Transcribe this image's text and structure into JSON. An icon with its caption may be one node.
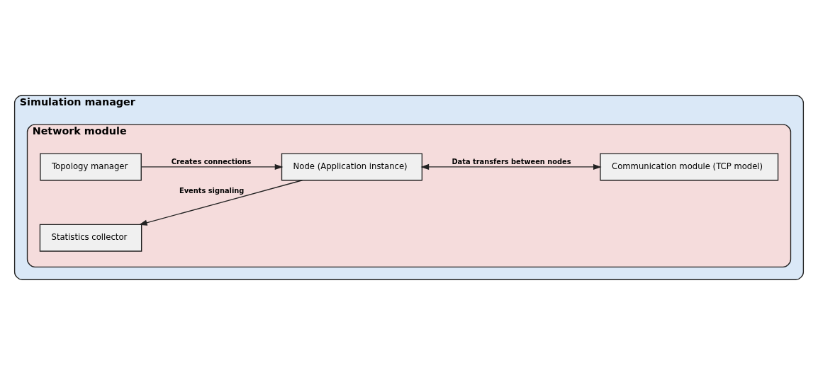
{
  "diagram": {
    "nodes": [
      {
        "text": [
          "Simulation manager"
        ]
      },
      {
        "text": [
          "Network module"
        ],
        "in": 0
      },
      {
        "text": [
          "Topology manager"
        ],
        "in": 1
      },
      {
        "text": [
          "Node (Application instance)"
        ],
        "in": 1
      },
      {
        "text": [
          "Communication module (TCP model)"
        ],
        "in": 1
      },
      {
        "text": [
          "Statistics collector"
        ],
        "in": 1
      }
    ],
    "edges": [
      {
        "from": 2,
        "to": 3,
        "arrow": "to",
        "label": "Creates connections"
      },
      {
        "from": 3,
        "to": 4,
        "arrow": "both",
        "label": "Data transfers between nodes"
      },
      {
        "from": 3,
        "to": 5,
        "arrow": "to",
        "label": "Events signaling"
      }
    ]
  }
}
